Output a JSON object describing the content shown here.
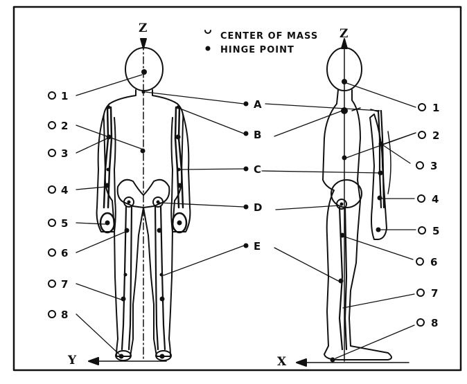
{
  "legend": {
    "center_of_mass": "CENTER OF MASS",
    "hinge_point": "HINGE POINT"
  },
  "axes": {
    "front_vertical": "Z",
    "front_horizontal": "Y",
    "side_vertical": "Z",
    "side_horizontal": "X"
  },
  "front_view": {
    "mass_labels": [
      "1",
      "2",
      "3",
      "4",
      "5",
      "6",
      "7",
      "8"
    ],
    "hinge_labels": [
      "A",
      "B",
      "C",
      "D",
      "E"
    ]
  },
  "side_view": {
    "mass_labels": [
      "1",
      "2",
      "3",
      "4",
      "5",
      "6",
      "7",
      "8"
    ]
  },
  "colors": {
    "ink": "#111111",
    "paper": "#ffffff"
  }
}
